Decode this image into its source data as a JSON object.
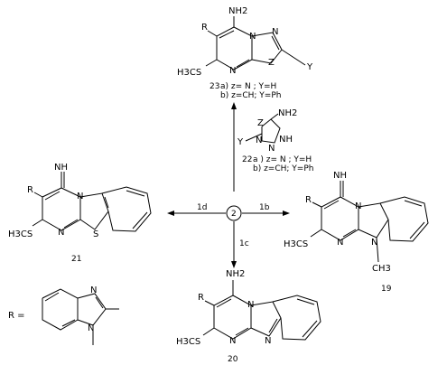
{
  "reagent_label": "2",
  "conditions": {
    "c1b": "1b",
    "c1c": "1c",
    "c1d": "1d"
  },
  "atoms": {
    "NH2": "NH2",
    "NH": "NH",
    "NH_imine": "NH",
    "R": "R",
    "H3CS": "H3CS",
    "N": "N",
    "S": "S",
    "Z": "Z",
    "Y": "Y",
    "CH3": "CH3",
    "R_eq": "R ="
  },
  "compounds": {
    "c23": {
      "number": "23",
      "a": "a) z= N ; Y=H",
      "b": "b) z=CH; Y=Ph"
    },
    "c22": {
      "number": "22",
      "a": "a ) z= N ; Y=H",
      "b": "b) z=CH; Y=Ph"
    },
    "c21": {
      "number": "21"
    },
    "c19": {
      "number": "19"
    },
    "c20": {
      "number": "20"
    }
  },
  "colors": {
    "ink": "#000000",
    "background": "#ffffff"
  }
}
